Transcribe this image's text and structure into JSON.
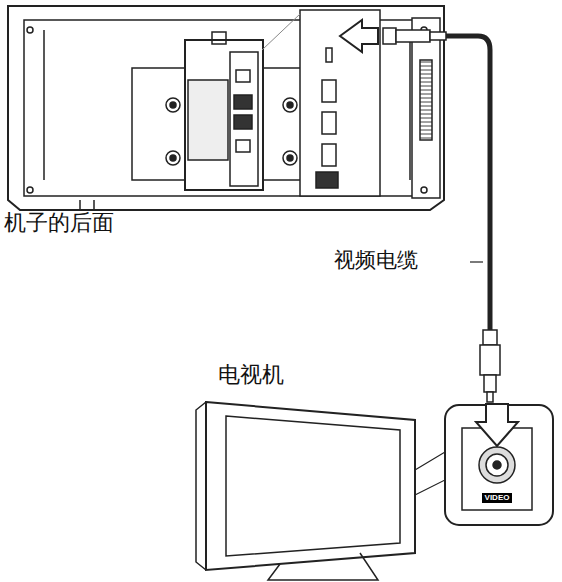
{
  "diagram": {
    "labels": [
      "机子的后面",
      "视频电缆",
      "电视机",
      "VIDEO"
    ]
  }
}
